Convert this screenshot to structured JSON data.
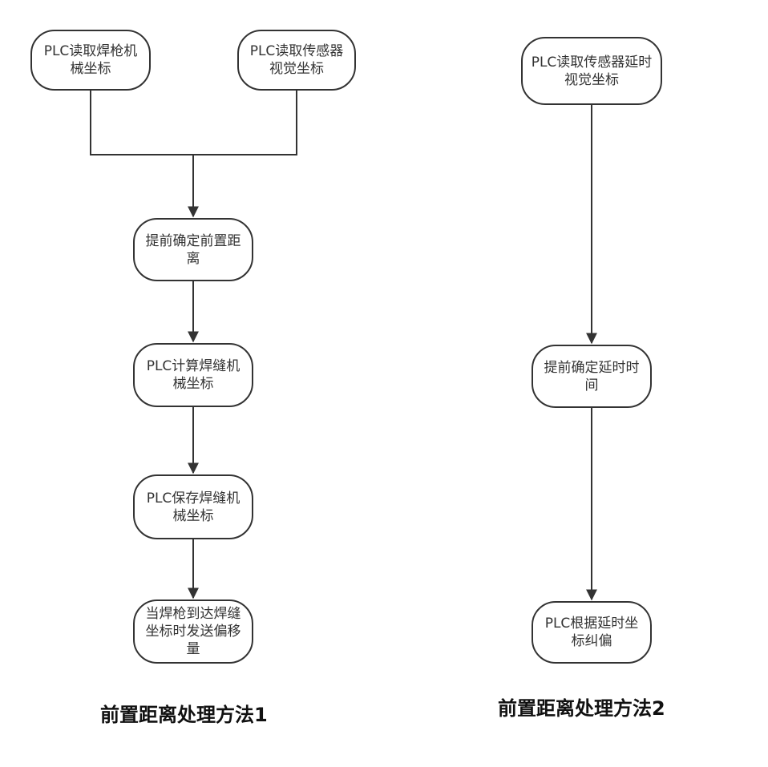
{
  "method1": {
    "nodes": {
      "read_gun": "PLC读取焊枪机械坐标",
      "read_sensor": "PLC读取传感器视觉坐标",
      "pre_distance": "提前确定前置距离",
      "calc_seam": "PLC计算焊缝机械坐标",
      "save_seam": "PLC保存焊缝机械坐标",
      "send_offset": "当焊枪到达焊缝坐标时发送偏移量"
    },
    "caption": "前置距离处理方法1"
  },
  "method2": {
    "nodes": {
      "read_sensor_delay": "PLC读取传感器延时视觉坐标",
      "pre_delay": "提前确定延时时间",
      "correct": "PLC根据延时坐标纠偏"
    },
    "caption": "前置距离处理方法2"
  },
  "colors": {
    "stroke": "#333333",
    "text": "#333333"
  }
}
